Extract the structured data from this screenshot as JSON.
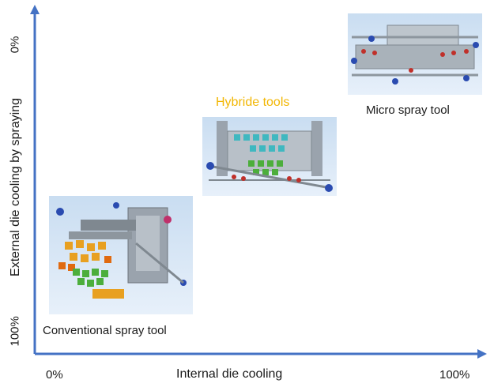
{
  "axes": {
    "x_title": "Internal die cooling",
    "x_min_label": "0%",
    "x_max_label": "100%",
    "y_title": "External die cooling by spraying",
    "y_top_label": "0%",
    "y_bottom_label": "100%"
  },
  "tools": [
    {
      "id": "conventional",
      "label": "Conventional spray tool",
      "icon": "conventional-spray-tool-image"
    },
    {
      "id": "hybrid",
      "label": "Hybride tools",
      "icon": "hybrid-tool-image"
    },
    {
      "id": "micro",
      "label": "Micro spray tool",
      "icon": "micro-spray-tool-image"
    }
  ],
  "colors": {
    "axis": "#4472c4",
    "hybrid_label": "#f2b705",
    "panel_bg": "#d6e6f5"
  }
}
